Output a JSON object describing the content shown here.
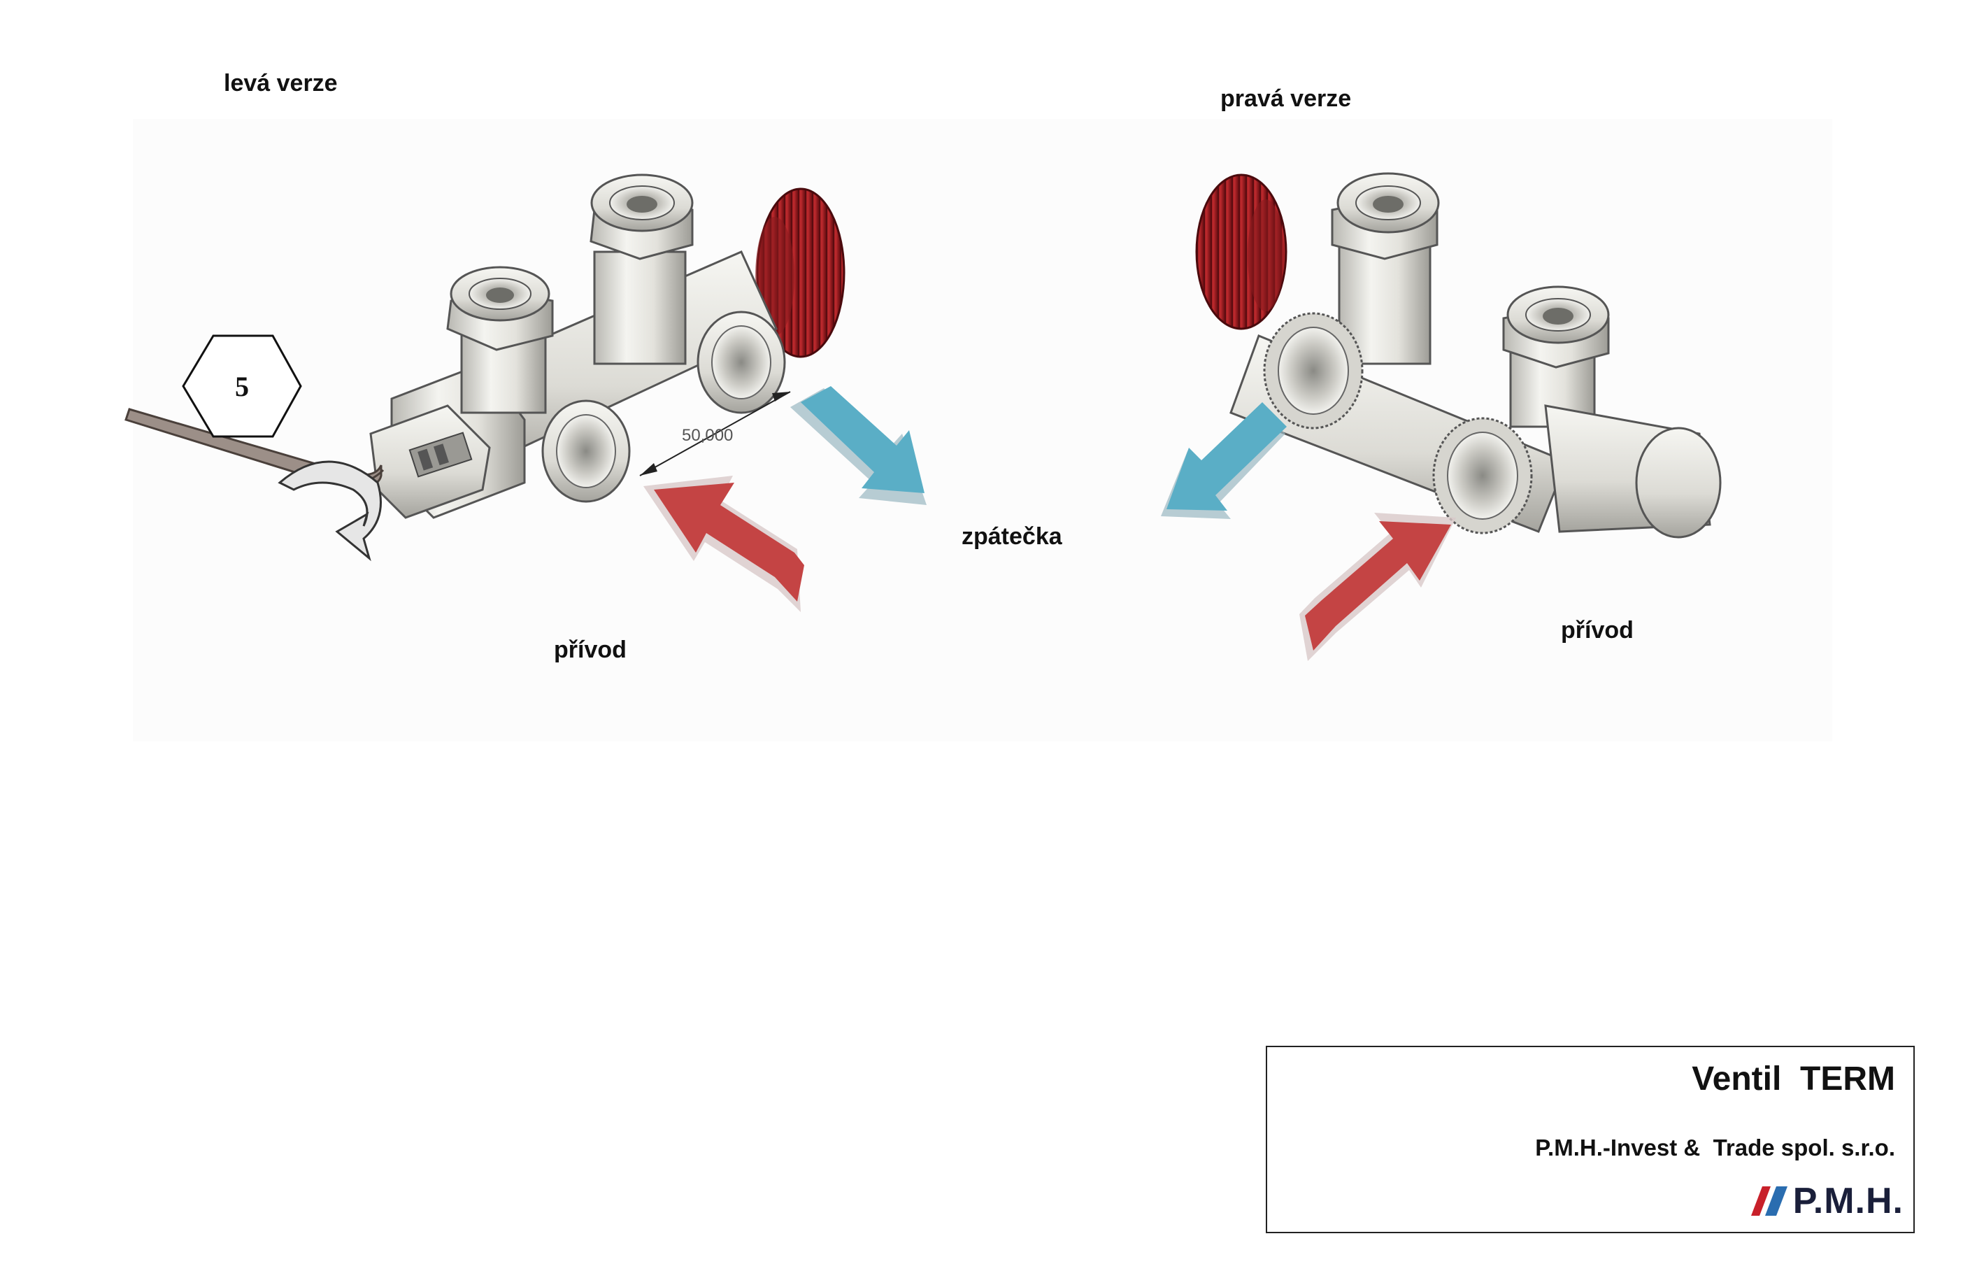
{
  "labels": {
    "left_version": "levá verze",
    "right_version": "pravá verze",
    "return": "zpátečka",
    "supply_left": "přívod",
    "supply_right": "přívod"
  },
  "drawing": {
    "dimension": "50,000",
    "hex_key_size": "5"
  },
  "title_block": {
    "title": "Ventil  TERM",
    "company": "P.M.H.-Invest &  Trade spol. s.r.o.",
    "logo_text": "P.M.H."
  },
  "colors": {
    "return_arrow": "#5aaec6",
    "supply_arrow": "#c44444",
    "cap_red": "#a81d22",
    "logo_red": "#c8202a",
    "logo_blue": "#2a6db0",
    "logo_text": "#1a1f3a"
  }
}
